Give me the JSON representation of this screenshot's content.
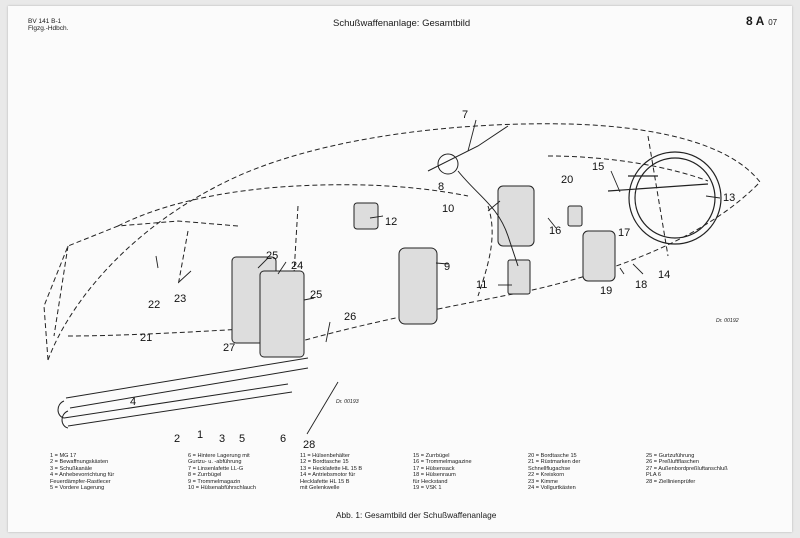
{
  "header": {
    "left_line1": "BV 141 B-1",
    "left_line2": "Flgzg.-Hdbch.",
    "title": "Schußwaffenanlage: Gesamtbild",
    "section": "8 A",
    "page": "07"
  },
  "callouts": [
    "1",
    "2",
    "3",
    "4",
    "5",
    "6",
    "7",
    "8",
    "9",
    "10",
    "11",
    "12",
    "13",
    "14",
    "15",
    "16",
    "17",
    "18",
    "19",
    "20",
    "21",
    "22",
    "23",
    "24",
    "25",
    "25",
    "26",
    "27",
    "28"
  ],
  "drawing_refs": [
    "Dr. 00192",
    "Dr. 00193"
  ],
  "legend": {
    "col1": [
      "1 = MG 17",
      "2 = Bewaffnungskästen",
      "3 = Schußkanäle",
      "4 = Anhebevorrichtung für",
      "     Feuerdämpfer-Rastlecer",
      "5 = Vordere Lagerung"
    ],
    "col2": [
      "6 = Hintere Lagerung mit",
      "     Gurtzu- u. -abführung",
      "7 = Linsenlafette LL-G",
      "8 = Zurrbügel",
      "9 = Trommelmagazin",
      "10 = Hülsenabführschlauch"
    ],
    "col3": [
      "11 = Hülsenbehälter",
      "12 = Bordtasche 15",
      "13 = Hecklafette HL 15 B",
      "14 = Antriebsmotor für",
      "       Hecklafette HL 15 B",
      "       mit Gelenkwelle"
    ],
    "col4": [
      "15 = Zurrbügel",
      "16 = Trommelmagazine",
      "17 = Hülsensack",
      "18 = Hülsenraum",
      "       für Heckstand",
      "19 = VSK 1"
    ],
    "col5": [
      "20 = Bordtasche 15",
      "21 = Rüstmarken der",
      "       Schnellflugachse",
      "22 = Kreiskorn",
      "23 = Kimme",
      "24 = Vollgurtkästen"
    ],
    "col6": [
      "25 = Gurtzuführung",
      "26 = Preßluftflaschen",
      "27 = Außenbordpreßluftanschluß",
      "       PLA 6",
      "28 = Ziellinienprüfer"
    ]
  },
  "caption": "Abb. 1: Gesamtbild der Schußwaffenanlage"
}
